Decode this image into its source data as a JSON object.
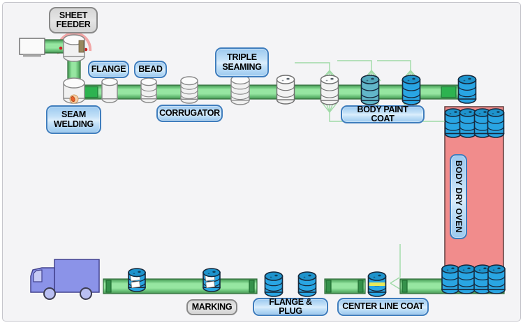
{
  "diagram": {
    "stations": {
      "sheet_feeder": "SHEET FEEDER",
      "seam_welding": "SEAM WELDING",
      "flange": "FLANGE",
      "bead": "BEAD",
      "corrugator": "CORRUGATOR",
      "triple_seaming": "TRIPLE SEAMING",
      "body_paint_coat": "BODY PAINT COAT",
      "body_dry_oven": "BODY DRY OVEN",
      "marking": "MARKING",
      "flange_plug": "FLANGE & PLUG",
      "center_line_coat": "CENTER LINE COAT"
    },
    "colors": {
      "background": "#f4f4f6",
      "frame_border": "#c6c6cc",
      "label_blue_fill": "#a9d2f3",
      "label_blue_border": "#3f7dbd",
      "label_gray_fill": "#dcdcdc",
      "label_gray_border": "#898989",
      "conveyor_light": "#96e6a1",
      "conveyor_edge": "#4a9355",
      "conveyor_outline": "#2e6b39",
      "conveyor_dark_segment": "#2db350",
      "spray_green": "#9fdaa6",
      "oven_red": "#f18c8c",
      "oven_border": "#5d3d3d",
      "drum_blue": "#29a5e3",
      "drum_blue_top": "#1e93cc",
      "drum_teal": "#62b6c9",
      "drum_teal_top": "#54a8bc",
      "drum_white": "#f2f2f2",
      "drum_outline": "#16293d",
      "roller_fill": "#f1f1f1",
      "roller_outline": "#888888",
      "stripe_yellow": "#e9e95a",
      "truck_purple": "#8b93e8",
      "truck_window": "#c6caf5",
      "wheel_fill": "#b9bff2",
      "flame_orange": "#e8622a",
      "arc_pink": "#f2a6a6",
      "dot_red": "#cc2222"
    }
  }
}
